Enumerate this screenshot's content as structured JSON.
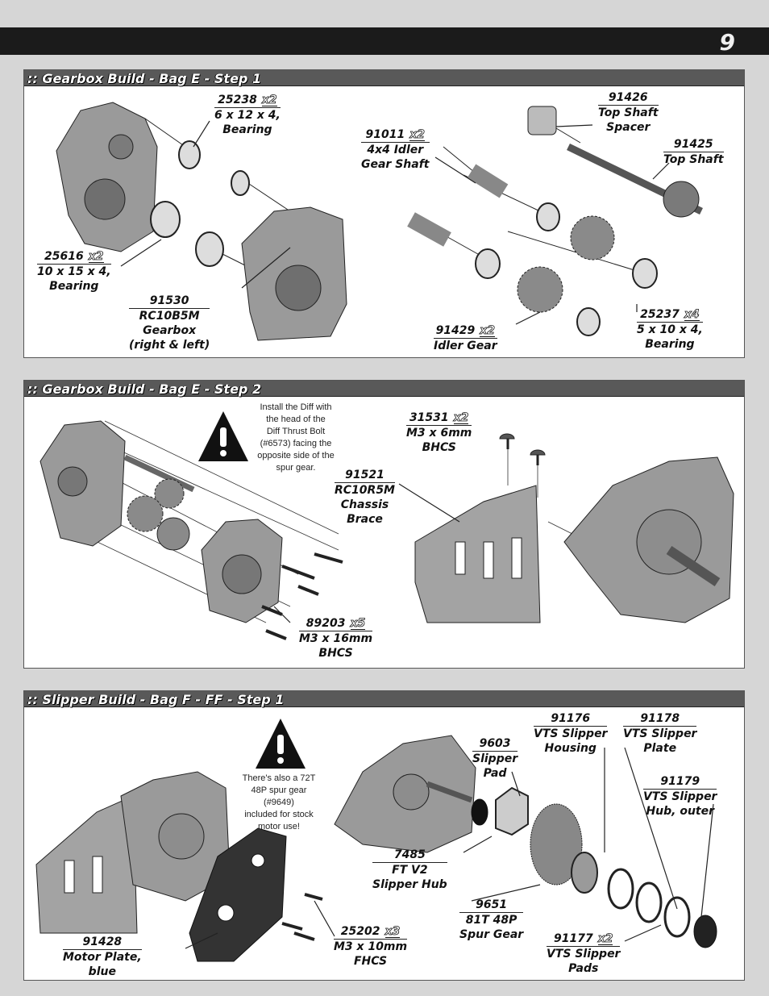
{
  "page_number": "9",
  "step1": {
    "title": ":: Gearbox Build - Bag E - Step 1",
    "parts": [
      {
        "num": "25238",
        "qty": "x2",
        "desc": [
          "6 x 12 x 4,",
          "Bearing"
        ]
      },
      {
        "num": "25616",
        "qty": "x2",
        "desc": [
          "10 x 15 x 4,",
          "Bearing"
        ]
      },
      {
        "num": "91530",
        "qty": "",
        "desc": [
          "RC10B5M",
          "Gearbox",
          "(right & left)"
        ]
      },
      {
        "num": "91011",
        "qty": "x2",
        "desc": [
          "4x4 Idler",
          "Gear Shaft"
        ]
      },
      {
        "num": "91426",
        "qty": "",
        "desc": [
          "Top Shaft",
          "Spacer"
        ]
      },
      {
        "num": "91425",
        "qty": "",
        "desc": [
          "Top Shaft"
        ]
      },
      {
        "num": "25237",
        "qty": "x4",
        "desc": [
          "5 x 10 x 4,",
          "Bearing"
        ]
      },
      {
        "num": "91429",
        "qty": "x2",
        "desc": [
          "Idler Gear"
        ]
      }
    ]
  },
  "step2": {
    "title": ":: Gearbox Build - Bag E - Step 2",
    "note": [
      "Install the Diff with",
      "the head of the",
      "Diff Thrust Bolt",
      "(#6573) facing the",
      "opposite side of the",
      "spur gear."
    ],
    "parts": [
      {
        "num": "31531",
        "qty": "x2",
        "desc": [
          "M3 x 6mm",
          "BHCS"
        ]
      },
      {
        "num": "91521",
        "qty": "",
        "desc": [
          "RC10R5M",
          "Chassis",
          "Brace"
        ]
      },
      {
        "num": "89203",
        "qty": "x5",
        "desc": [
          "M3 x 16mm",
          "BHCS"
        ]
      }
    ]
  },
  "step3": {
    "title": ":: Slipper Build - Bag F - FF - Step 1",
    "note": [
      "There's also a 72T",
      "48P spur gear",
      "(#9649)",
      "included for stock",
      "motor use!"
    ],
    "parts": [
      {
        "num": "91176",
        "qty": "",
        "desc": [
          "VTS Slipper",
          "Housing"
        ]
      },
      {
        "num": "91178",
        "qty": "",
        "desc": [
          "VTS Slipper",
          "Plate"
        ]
      },
      {
        "num": "9603",
        "qty": "",
        "desc": [
          "Slipper",
          "Pad"
        ]
      },
      {
        "num": "91179",
        "qty": "",
        "desc": [
          "VTS Slipper",
          "Hub, outer"
        ]
      },
      {
        "num": "7485",
        "qty": "",
        "desc": [
          "FT V2",
          "Slipper Hub"
        ]
      },
      {
        "num": "9651",
        "qty": "",
        "desc": [
          "81T 48P",
          "Spur Gear"
        ]
      },
      {
        "num": "91177",
        "qty": "x2",
        "desc": [
          "VTS Slipper",
          "Pads"
        ]
      },
      {
        "num": "91428",
        "qty": "",
        "desc": [
          "Motor Plate,",
          "blue"
        ]
      },
      {
        "num": "25202",
        "qty": "x3",
        "desc": [
          "M3 x 10mm",
          "FHCS"
        ]
      }
    ]
  }
}
